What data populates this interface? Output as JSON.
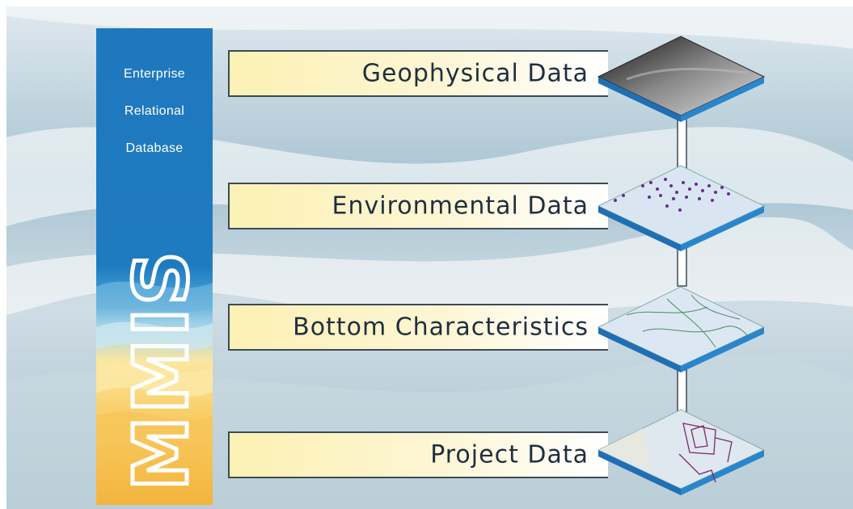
{
  "sidebar": {
    "lines": [
      "Enterprise",
      "Relational",
      "Database"
    ],
    "logo_text": "MMIS"
  },
  "layers": [
    {
      "label": "Geophysical Data"
    },
    {
      "label": "Environmental Data"
    },
    {
      "label": "Bottom Characteristics"
    },
    {
      "label": "Project Data"
    }
  ],
  "colors": {
    "sidebar_blue": "#1f7bc0",
    "tile_side_blue": "#2a86cc",
    "bar_fill": "#fbf1b3",
    "bar_border": "#3d4a55",
    "label_text": "#1f2f3f"
  }
}
